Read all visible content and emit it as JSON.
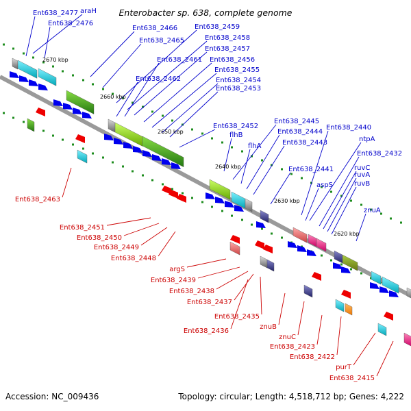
{
  "title": "Enterobacter sp. 638, complete genome",
  "footer": {
    "accession": "Accession: NC_009436",
    "topology": "Topology: circular; Length: 4,518,712 bp; Genes: 4,222"
  },
  "colors": {
    "backbone": "#9a9a9a",
    "forward_arrow": "#0000ee",
    "reverse_arrow": "#ee0000",
    "tick": "#1e8c1e",
    "label_forward": "#0000cc",
    "label_reverse": "#cc0000"
  },
  "kbp_marks": [
    "2670 kbp",
    "2660 kbp",
    "2650 kbp",
    "2640 kbp",
    "2630 kbp",
    "2620 kbp"
  ],
  "forward_labels": [
    "Ent638_2477",
    "araH",
    "Ent638_2476",
    "Ent638_2466",
    "Ent638_2465",
    "Ent638_2459",
    "Ent638_2458",
    "Ent638_2457",
    "Ent638_2461",
    "Ent638_2456",
    "Ent638_2462",
    "Ent638_2455",
    "Ent638_2454",
    "Ent638_2453",
    "Ent638_2452",
    "flhB",
    "Ent638_2445",
    "flhA",
    "Ent638_2444",
    "Ent638_2440",
    "Ent638_2443",
    "ntpA",
    "Ent638_2432",
    "Ent638_2441",
    "ruvC",
    "ruvA",
    "aspS",
    "ruvB",
    "znuA"
  ],
  "reverse_labels": [
    "Ent638_2463",
    "Ent638_2451",
    "Ent638_2450",
    "Ent638_2449",
    "Ent638_2448",
    "argS",
    "Ent638_2439",
    "Ent638_2438",
    "Ent638_2437",
    "Ent638_2435",
    "Ent638_2436",
    "znuB",
    "znuC",
    "Ent638_2423",
    "Ent638_2422",
    "purT",
    "Ent638_2415"
  ]
}
